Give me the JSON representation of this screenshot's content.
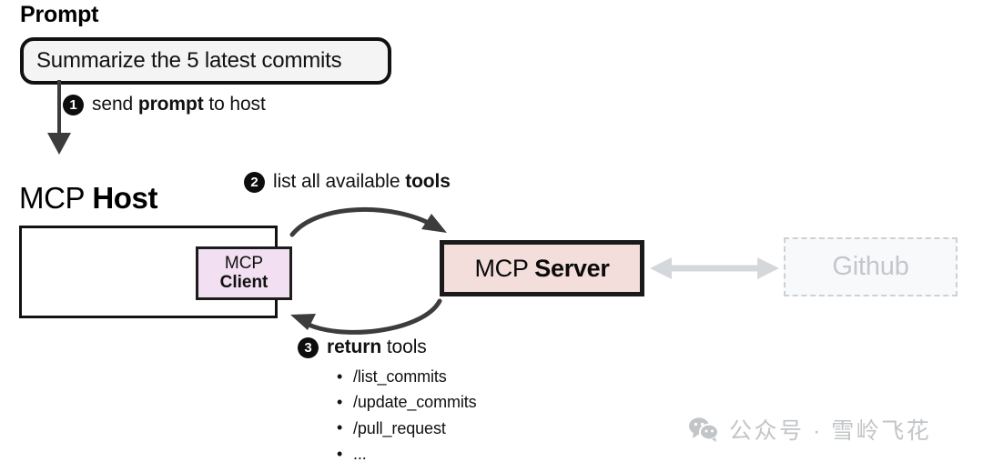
{
  "prompt": {
    "title": "Prompt",
    "value": "Summarize the 5 latest commits"
  },
  "steps": [
    {
      "number": "1",
      "label_plain_a": "send ",
      "label_bold": "prompt",
      "label_plain_b": " to host"
    },
    {
      "number": "2",
      "label_plain_a": "list all available ",
      "label_bold": "tools",
      "label_plain_b": ""
    },
    {
      "number": "3",
      "label_plain_a": "",
      "label_bold": "return",
      "label_plain_b": " tools"
    }
  ],
  "host": {
    "title_regular": "MCP ",
    "title_bold": "Host"
  },
  "client": {
    "line1": "MCP",
    "line2": "Client"
  },
  "server": {
    "text_regular": "MCP ",
    "text_bold": "Server"
  },
  "external": {
    "label": "Github"
  },
  "tools": [
    "/list_commits",
    "/update_commits",
    "/pull_request",
    "..."
  ],
  "watermark": {
    "icon": "wechat-icon",
    "text": "公众号 · 雪岭飞花"
  },
  "colors": {
    "client_fill": "#f2dff1",
    "server_fill": "#f3dedb",
    "prompt_fill": "#f4f4f4",
    "external_fill": "#f8f9fa",
    "external_border": "#ccd1d6",
    "external_text": "#c3c7cb",
    "arrow_dark": "#3c3c3c",
    "arrow_light": "#d5d8db",
    "stroke_black": "#111111",
    "watermark_gray": "#c2c5c8"
  }
}
